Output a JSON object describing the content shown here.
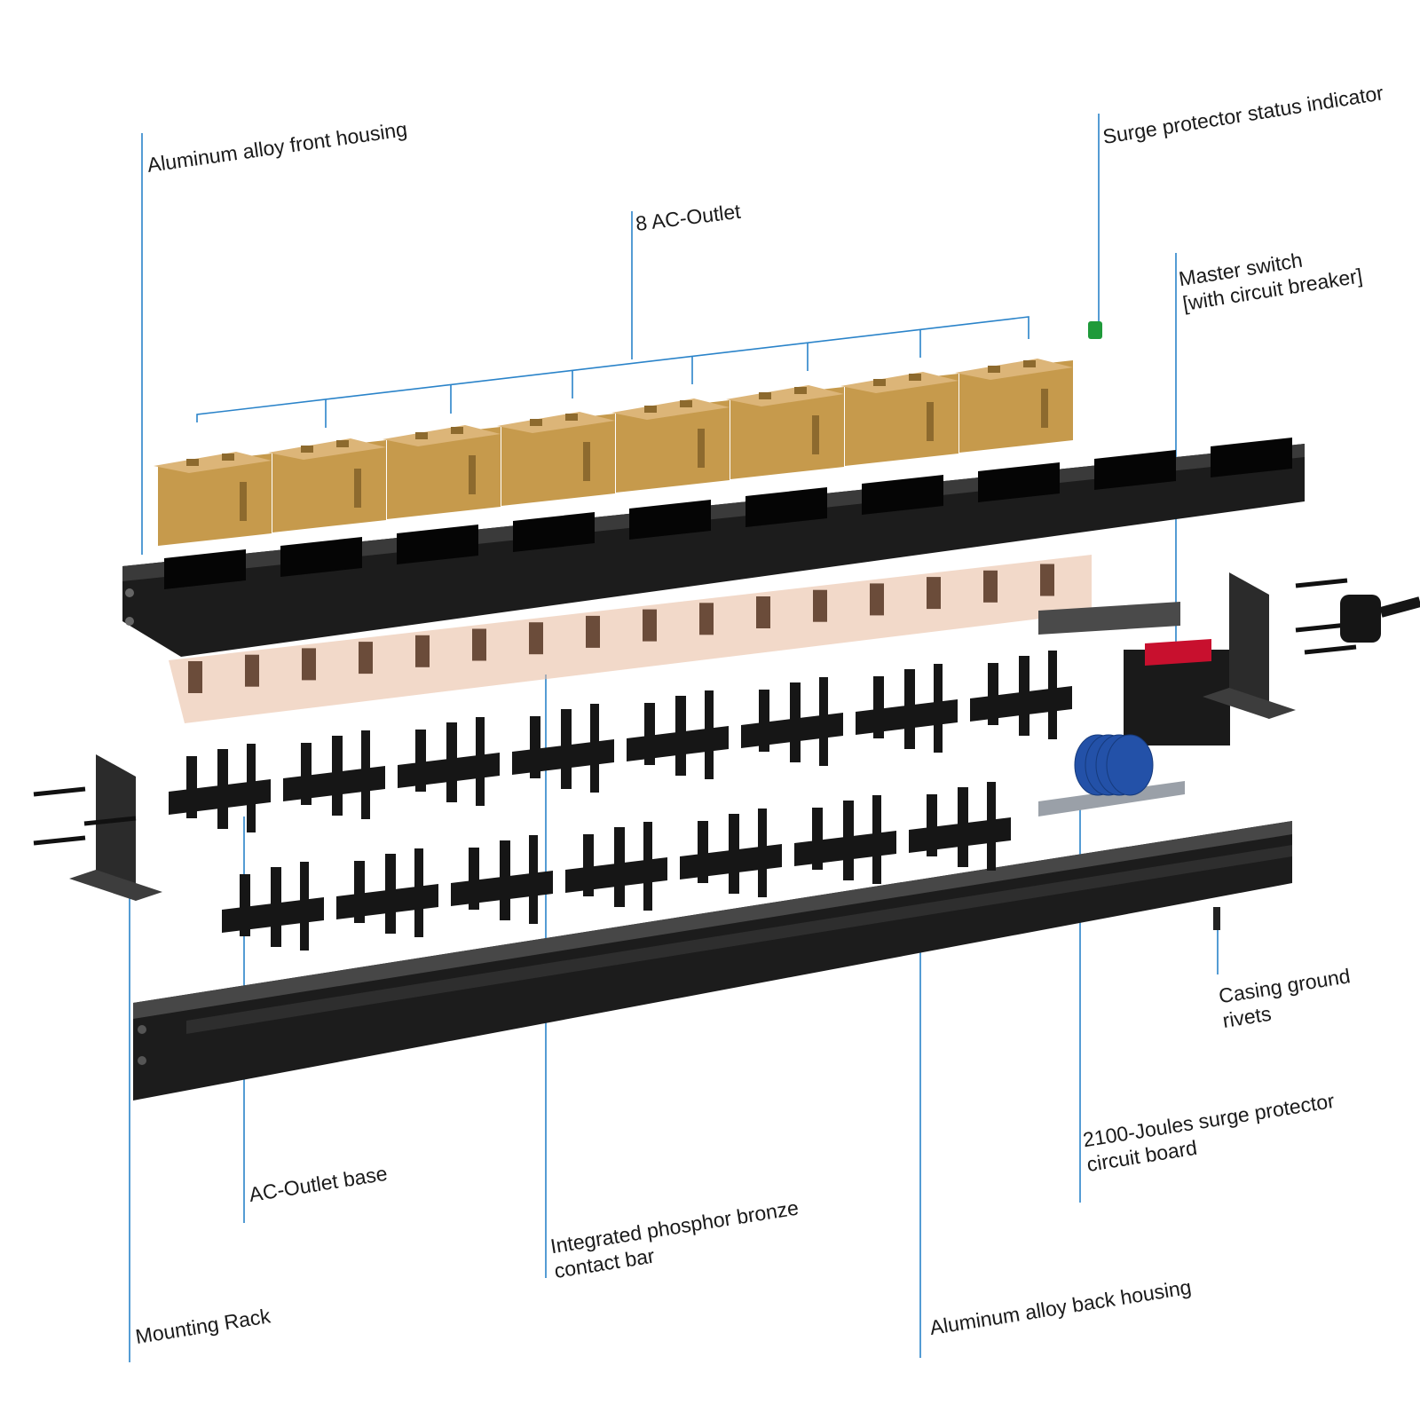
{
  "colors": {
    "leader": "#2a83c9",
    "housing": "#1c1c1c",
    "housing_top": "#3a3a3a",
    "outlet": "#c69a4c",
    "outlet_dark": "#8d6a2e",
    "bronze": "#e8b99c",
    "base": "#161616",
    "switch_red": "#c8102e",
    "mov_blue": "#2351a8",
    "led_green": "#1f9a3a"
  },
  "labels": {
    "front_housing": "Aluminum alloy front housing",
    "outlets": "8 AC-Outlet",
    "status_indicator": "Surge protector status indicator",
    "master_switch_1": "Master switch",
    "master_switch_2": "[with circuit breaker]",
    "ground_rivets_1": "Casing ground",
    "ground_rivets_2": "rivets",
    "surge_board_1": "2100-Joules surge protector",
    "surge_board_2": "circuit board",
    "outlet_base": "AC-Outlet base",
    "contact_bar_1": "Integrated phosphor bronze",
    "contact_bar_2": "contact bar",
    "mounting_rack": "Mounting Rack",
    "back_housing": "Aluminum alloy back housing"
  },
  "icons": [
    "ac-outlet-icon",
    "outlet-base-icon",
    "mov-disc-icon",
    "switch-icon",
    "screw-icon",
    "power-plug-icon"
  ]
}
